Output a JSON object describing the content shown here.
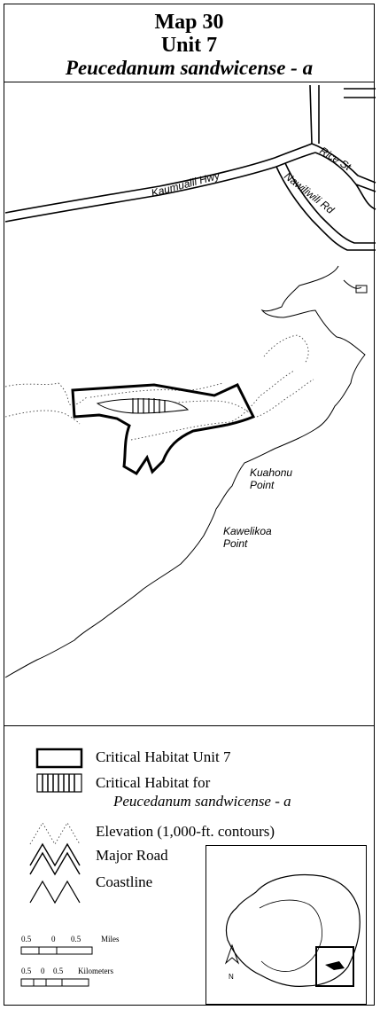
{
  "title": {
    "map_number": "Map 30",
    "unit": "Unit 7",
    "species": "Peucedanum sandwicense - a"
  },
  "map": {
    "roads": [
      "Kaumualii Hwy",
      "Rice St",
      "Nawiliwili Rd"
    ],
    "points": [
      "Kuahonu Point",
      "Kawelikoa Point"
    ],
    "point_labels": [
      {
        "line1": "Kuahonu",
        "line2": "Point"
      },
      {
        "line1": "Kawelikoa",
        "line2": "Point"
      }
    ]
  },
  "legend": {
    "items": [
      {
        "symbol": "critical-habitat-unit-box",
        "label": "Critical Habitat Unit 7"
      },
      {
        "symbol": "critical-habitat-species-hatch",
        "label": "Critical Habitat for",
        "label2": "Peucedanum sandwicense - a"
      },
      {
        "symbol": "elevation-dotted-line",
        "label": "Elevation (1,000-ft. contours)"
      },
      {
        "symbol": "major-road-double-line",
        "label": "Major Road"
      },
      {
        "symbol": "coastline-line",
        "label": "Coastline"
      }
    ],
    "scale_miles": {
      "left": "0.5",
      "zero": "0",
      "right": "0.5",
      "unit": "Miles"
    },
    "scale_km": {
      "left": "0.5",
      "zero": "0",
      "right": "0.5",
      "unit": "Kilometers"
    }
  },
  "inset": {
    "north_label": "N"
  }
}
